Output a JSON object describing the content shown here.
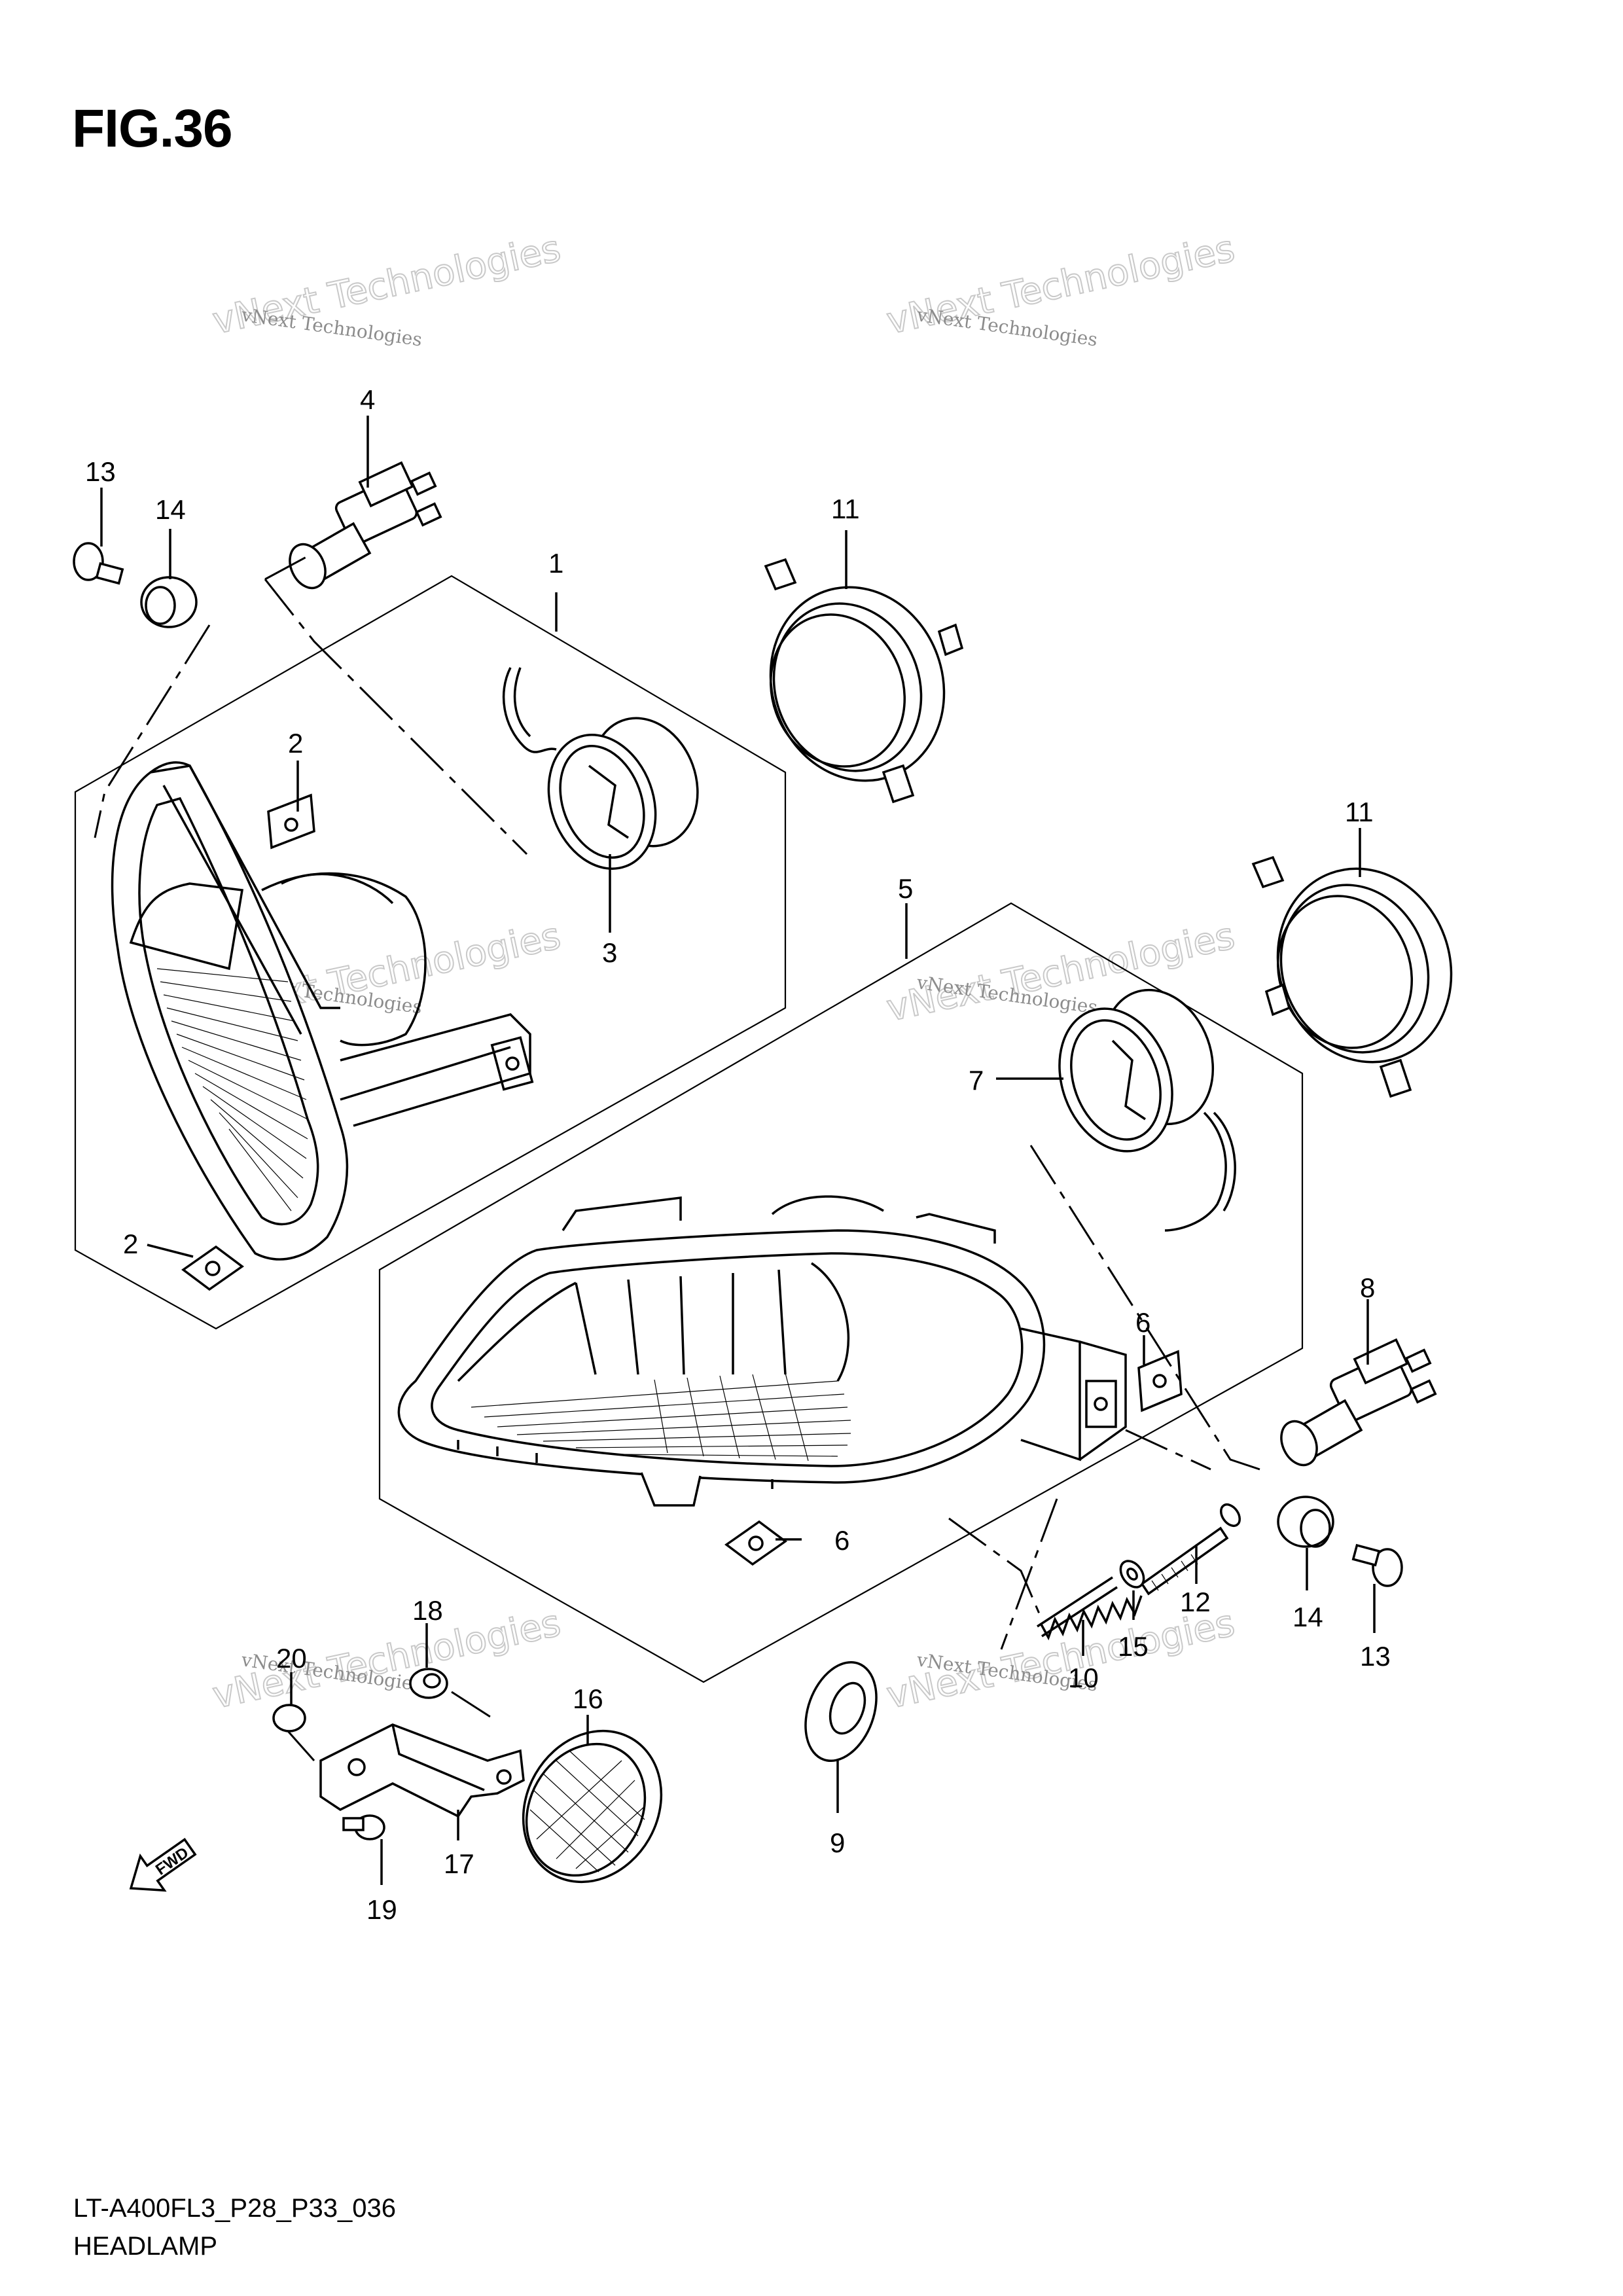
{
  "figure": {
    "title": "FIG.36",
    "model_code": "LT-A400FL3_P28_P33_036",
    "section_title": "HEADLAMP"
  },
  "watermark": {
    "small_text": "vNext Technologies",
    "big_text": "vNext Technologies"
  },
  "callouts": [
    {
      "id": "c1",
      "label": "1"
    },
    {
      "id": "c2a",
      "label": "2"
    },
    {
      "id": "c2b",
      "label": "2"
    },
    {
      "id": "c3",
      "label": "3"
    },
    {
      "id": "c4",
      "label": "4"
    },
    {
      "id": "c5",
      "label": "5"
    },
    {
      "id": "c6a",
      "label": "6"
    },
    {
      "id": "c6b",
      "label": "6"
    },
    {
      "id": "c7",
      "label": "7"
    },
    {
      "id": "c8",
      "label": "8"
    },
    {
      "id": "c9",
      "label": "9"
    },
    {
      "id": "c10",
      "label": "10"
    },
    {
      "id": "c11a",
      "label": "11"
    },
    {
      "id": "c11b",
      "label": "11"
    },
    {
      "id": "c12",
      "label": "12"
    },
    {
      "id": "c13a",
      "label": "13"
    },
    {
      "id": "c13b",
      "label": "13"
    },
    {
      "id": "c14a",
      "label": "14"
    },
    {
      "id": "c14b",
      "label": "14"
    },
    {
      "id": "c15",
      "label": "15"
    },
    {
      "id": "c16",
      "label": "16"
    },
    {
      "id": "c17",
      "label": "17"
    },
    {
      "id": "c18",
      "label": "18"
    },
    {
      "id": "c19",
      "label": "19"
    },
    {
      "id": "c20",
      "label": "20"
    }
  ],
  "fwd_arrow_label": "FWD"
}
